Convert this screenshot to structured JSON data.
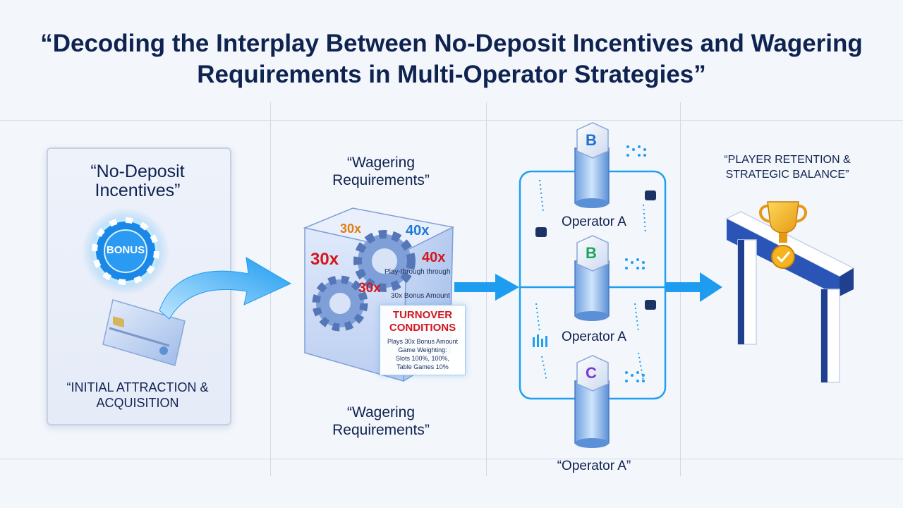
{
  "title": "“Decoding the Interplay Between No-Deposit Incentives and Wagering Requirements in Multi-Operator Strategies”",
  "incentives": {
    "heading": "“No-Deposit Incentives”",
    "chip_label": "BONUS",
    "caption": "“INITIAL ATTRACTION & ACQUISITION"
  },
  "wagering": {
    "heading_top": "“Wagering Requirements”",
    "heading_bottom": "“Wagering Requirements”",
    "multipliers": [
      "30x",
      "40x",
      "30x",
      "40x",
      "30x"
    ],
    "playthrough_text": "Play-through through",
    "bonus_amount_text": "30x Bonus Amount",
    "turnover_title": "TURNOVER CONDITIONS",
    "turnover_lines": [
      "Plays 30x Bonus Amount",
      "Game Weighting:",
      "Slots 100%, 100%,",
      "Table Games 10%"
    ]
  },
  "operators": [
    {
      "cube": "B",
      "cube_color": "#1f6fd1",
      "label": "Operator A"
    },
    {
      "cube": "B",
      "cube_color": "#1aa85a",
      "label": "Operator A"
    },
    {
      "cube": "C",
      "cube_color": "#7a3ad1",
      "label": "“Operator A”"
    }
  ],
  "retention": {
    "heading": "“PLAYER RETENTION & STRATEGIC BALANCE”"
  },
  "colors": {
    "accent": "#1ea0f0",
    "title": "#0f2350",
    "multiplier_red": "#d3171d",
    "multiplier_orange": "#e07d12",
    "multiplier_blue": "#1f7ad6",
    "turnover_red": "#d3171d"
  },
  "icons": [
    "bonus-chip-icon",
    "credit-card-icon",
    "gear-icon",
    "server-tower-icon",
    "trophy-icon",
    "checkmark-badge-icon",
    "wallet-icon"
  ]
}
